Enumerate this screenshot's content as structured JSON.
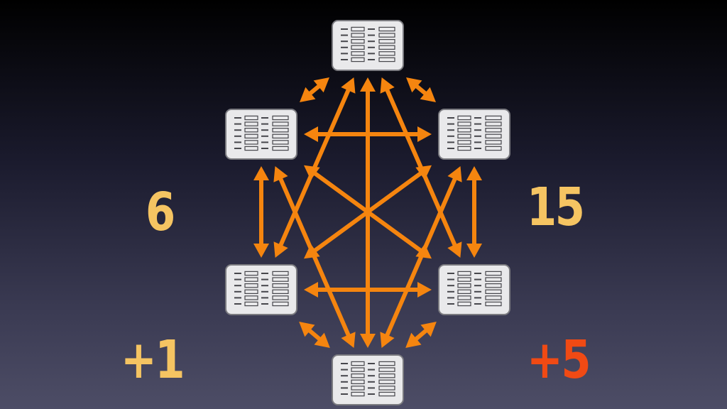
{
  "colors": {
    "arrow": "#f5850f",
    "label": "#f5c462",
    "added_links": "#f04a14",
    "node_fill": "#e9e9eb",
    "node_border": "#7b7b80",
    "node_line": "#47474c"
  },
  "labels": {
    "node_count": "6",
    "link_count": "15",
    "node_delta": "+1",
    "link_delta": "+5"
  },
  "nodes": [
    {
      "id": "top",
      "icon": "table-icon"
    },
    {
      "id": "upper-left",
      "icon": "table-icon"
    },
    {
      "id": "upper-right",
      "icon": "table-icon"
    },
    {
      "id": "lower-left",
      "icon": "table-icon"
    },
    {
      "id": "lower-right",
      "icon": "table-icon"
    },
    {
      "id": "bottom",
      "icon": "table-icon"
    }
  ],
  "links": [
    [
      "top",
      "upper-left"
    ],
    [
      "top",
      "upper-right"
    ],
    [
      "upper-left",
      "upper-right"
    ],
    [
      "upper-left",
      "lower-left"
    ],
    [
      "upper-right",
      "lower-right"
    ],
    [
      "lower-left",
      "lower-right"
    ],
    [
      "lower-left",
      "bottom"
    ],
    [
      "lower-right",
      "bottom"
    ],
    [
      "top",
      "bottom"
    ],
    [
      "top",
      "lower-left"
    ],
    [
      "top",
      "lower-right"
    ],
    [
      "upper-left",
      "lower-right"
    ],
    [
      "upper-right",
      "lower-left"
    ],
    [
      "upper-left",
      "bottom"
    ],
    [
      "upper-right",
      "bottom"
    ]
  ]
}
